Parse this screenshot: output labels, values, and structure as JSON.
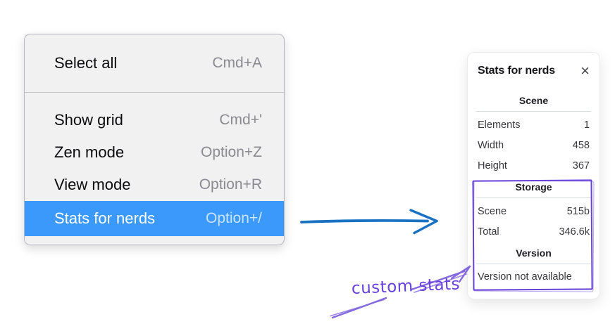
{
  "theme": {
    "menu-highlight": "#3b99fc",
    "flow-arrow": "#1971c2",
    "annotation": "#6741d9",
    "annotation-light": "#8468dd"
  },
  "context_menu": {
    "items": [
      {
        "label": "Select all",
        "shortcut": "Cmd+A",
        "highlighted": false
      },
      {
        "label": "Show grid",
        "shortcut": "Cmd+'",
        "highlighted": false
      },
      {
        "label": "Zen mode",
        "shortcut": "Option+Z",
        "highlighted": false
      },
      {
        "label": "View mode",
        "shortcut": "Option+R",
        "highlighted": false
      },
      {
        "label": "Stats for nerds",
        "shortcut": "Option+/",
        "highlighted": true
      }
    ]
  },
  "stats_panel": {
    "title": "Stats for nerds",
    "close_label": "×",
    "sections": [
      {
        "header": "Scene",
        "rows": [
          {
            "label": "Elements",
            "value": "1"
          },
          {
            "label": "Width",
            "value": "458"
          },
          {
            "label": "Height",
            "value": "367"
          }
        ]
      },
      {
        "header": "Storage",
        "rows": [
          {
            "label": "Scene",
            "value": "515b"
          },
          {
            "label": "Total",
            "value": "346.6k"
          }
        ]
      },
      {
        "header": "Version",
        "note": "Version not available"
      }
    ]
  },
  "annotations": {
    "custom_stats_label": "custom stats"
  }
}
